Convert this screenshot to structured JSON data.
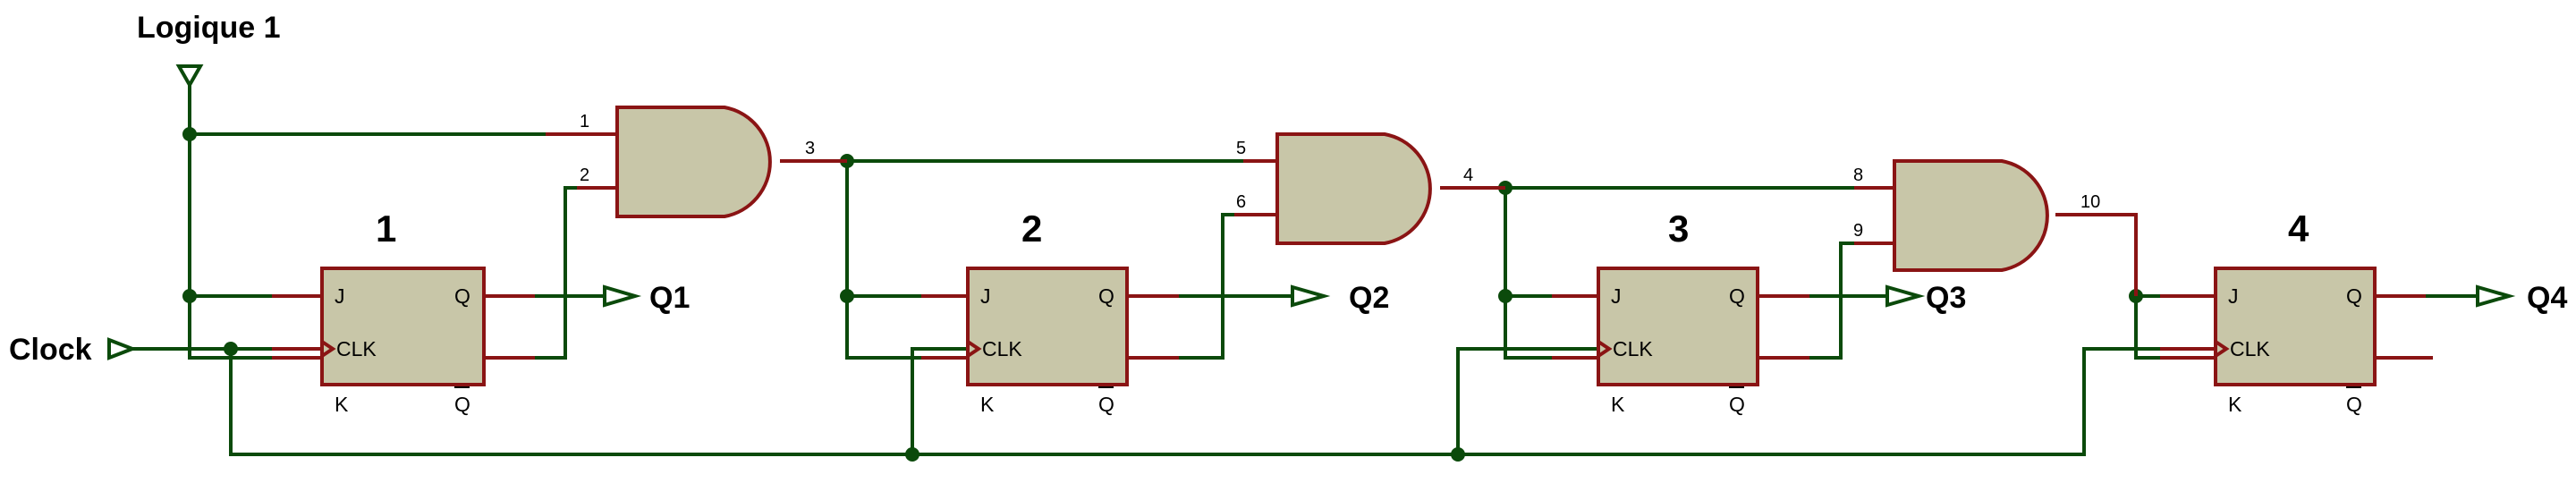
{
  "inputs": {
    "logic_high": "Logique 1",
    "clock": "Clock"
  },
  "flip_flops": [
    {
      "id": "1",
      "pin_j": "J",
      "pin_clk": "CLK",
      "pin_k": "K",
      "pin_q": "Q",
      "pin_qbar": "Q"
    },
    {
      "id": "2",
      "pin_j": "J",
      "pin_clk": "CLK",
      "pin_k": "K",
      "pin_q": "Q",
      "pin_qbar": "Q"
    },
    {
      "id": "3",
      "pin_j": "J",
      "pin_clk": "CLK",
      "pin_k": "K",
      "pin_q": "Q",
      "pin_qbar": "Q"
    },
    {
      "id": "4",
      "pin_j": "J",
      "pin_clk": "CLK",
      "pin_k": "K",
      "pin_q": "Q",
      "pin_qbar": "Q"
    }
  ],
  "and_gates": [
    {
      "in_a": "1",
      "in_b": "2",
      "out": "3"
    },
    {
      "in_a": "5",
      "in_b": "6",
      "out": "4"
    },
    {
      "in_a": "8",
      "in_b": "9",
      "out": "10"
    }
  ],
  "outputs": [
    "Q1",
    "Q2",
    "Q3",
    "Q4"
  ],
  "colors": {
    "wire": "#0b4a0b",
    "pin": "#8a1414",
    "component_fill": "#c8c6a8"
  }
}
